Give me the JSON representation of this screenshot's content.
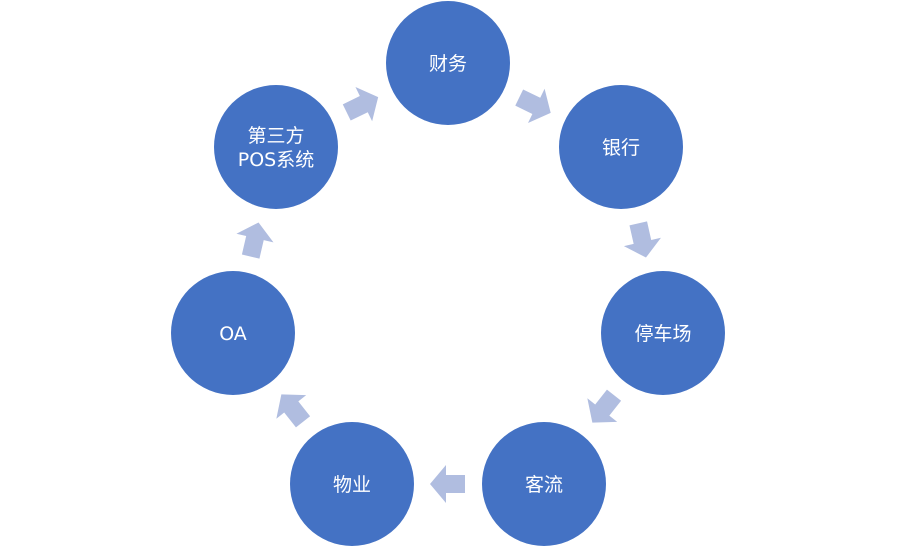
{
  "diagram": {
    "type": "cycle",
    "colors": {
      "node": "#4472c4",
      "arrow": "#b0bde0",
      "text": "#ffffff"
    },
    "nodes": [
      {
        "id": "finance",
        "lines": [
          "财务"
        ]
      },
      {
        "id": "bank",
        "lines": [
          "银行"
        ]
      },
      {
        "id": "parking",
        "lines": [
          "停车场"
        ]
      },
      {
        "id": "traffic",
        "lines": [
          "客流"
        ]
      },
      {
        "id": "property",
        "lines": [
          "物业"
        ]
      },
      {
        "id": "oa",
        "lines": [
          "OA"
        ]
      },
      {
        "id": "pos",
        "lines": [
          "第三方",
          "POS系统"
        ]
      }
    ],
    "edges": [
      [
        "finance",
        "bank"
      ],
      [
        "bank",
        "parking"
      ],
      [
        "parking",
        "traffic"
      ],
      [
        "traffic",
        "property"
      ],
      [
        "property",
        "oa"
      ],
      [
        "oa",
        "pos"
      ],
      [
        "pos",
        "finance"
      ]
    ]
  }
}
